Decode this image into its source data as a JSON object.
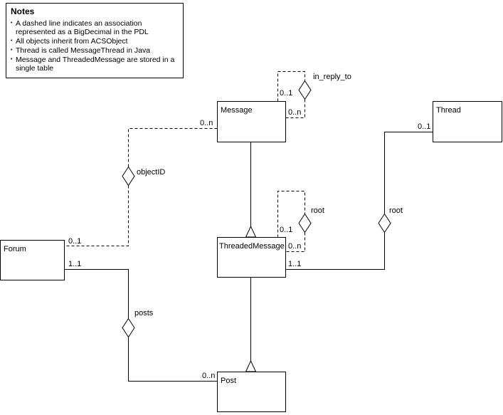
{
  "notes": {
    "title": "Notes",
    "bullet": "•",
    "items": [
      "A dashed line indicates an association represented as a BigDecimal in the PDL",
      "All objects inherit from ACSObject",
      "Thread is called MessageThread in Java",
      "Message and ThreadedMessage are stored in a single table"
    ]
  },
  "classes": {
    "message": "Message",
    "thread": "Thread",
    "forum": "Forum",
    "threaded_message": "ThreadedMessage",
    "post": "Post"
  },
  "labels": {
    "in_reply_to": "in_reply_to",
    "objectID": "objectID",
    "root_self": "root",
    "root_thread": "root",
    "posts": "posts"
  },
  "multiplicities": {
    "message_self_source": "0..1",
    "message_self_target": "0..n",
    "message_objectid": "0..n",
    "forum_objectid": "0..1",
    "threaded_self_source": "0..1",
    "threaded_self_target": "0..n",
    "thread_root": "0..1",
    "threaded_root": "1..1",
    "forum_posts": "1..1",
    "post_posts": "0..n"
  }
}
